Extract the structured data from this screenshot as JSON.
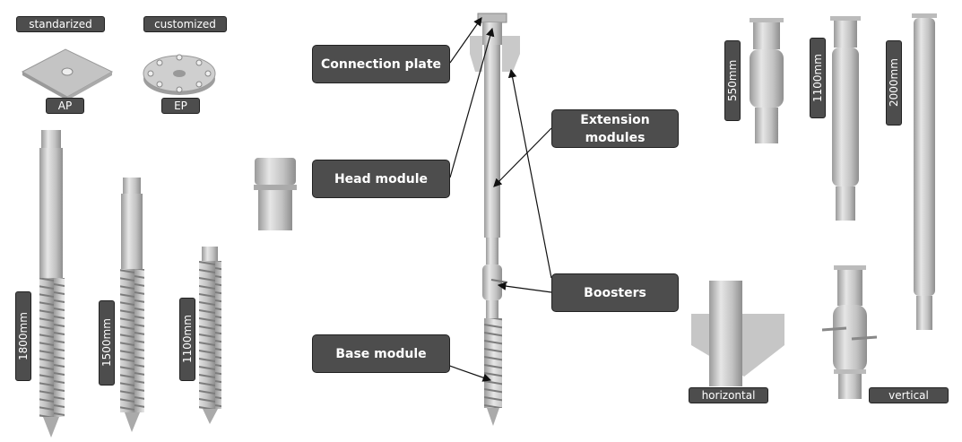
{
  "plates": {
    "standardized_label": "standarized",
    "customized_label": "customized",
    "ap_label": "AP",
    "ep_label": "EP"
  },
  "screw_lengths": [
    "1800mm",
    "1500mm",
    "1100mm"
  ],
  "callouts": {
    "connection_plate": "Connection plate",
    "head_module": "Head module",
    "extension_modules": "Extension modules",
    "boosters": "Boosters",
    "base_module": "Base module"
  },
  "extension_lengths": [
    "550mm",
    "1100mm",
    "2000mm"
  ],
  "booster_types": {
    "horizontal": "horizontal",
    "vertical": "vertical"
  },
  "colors": {
    "label_bg": "#4d4d4d",
    "metal": "#c8c8c8"
  }
}
